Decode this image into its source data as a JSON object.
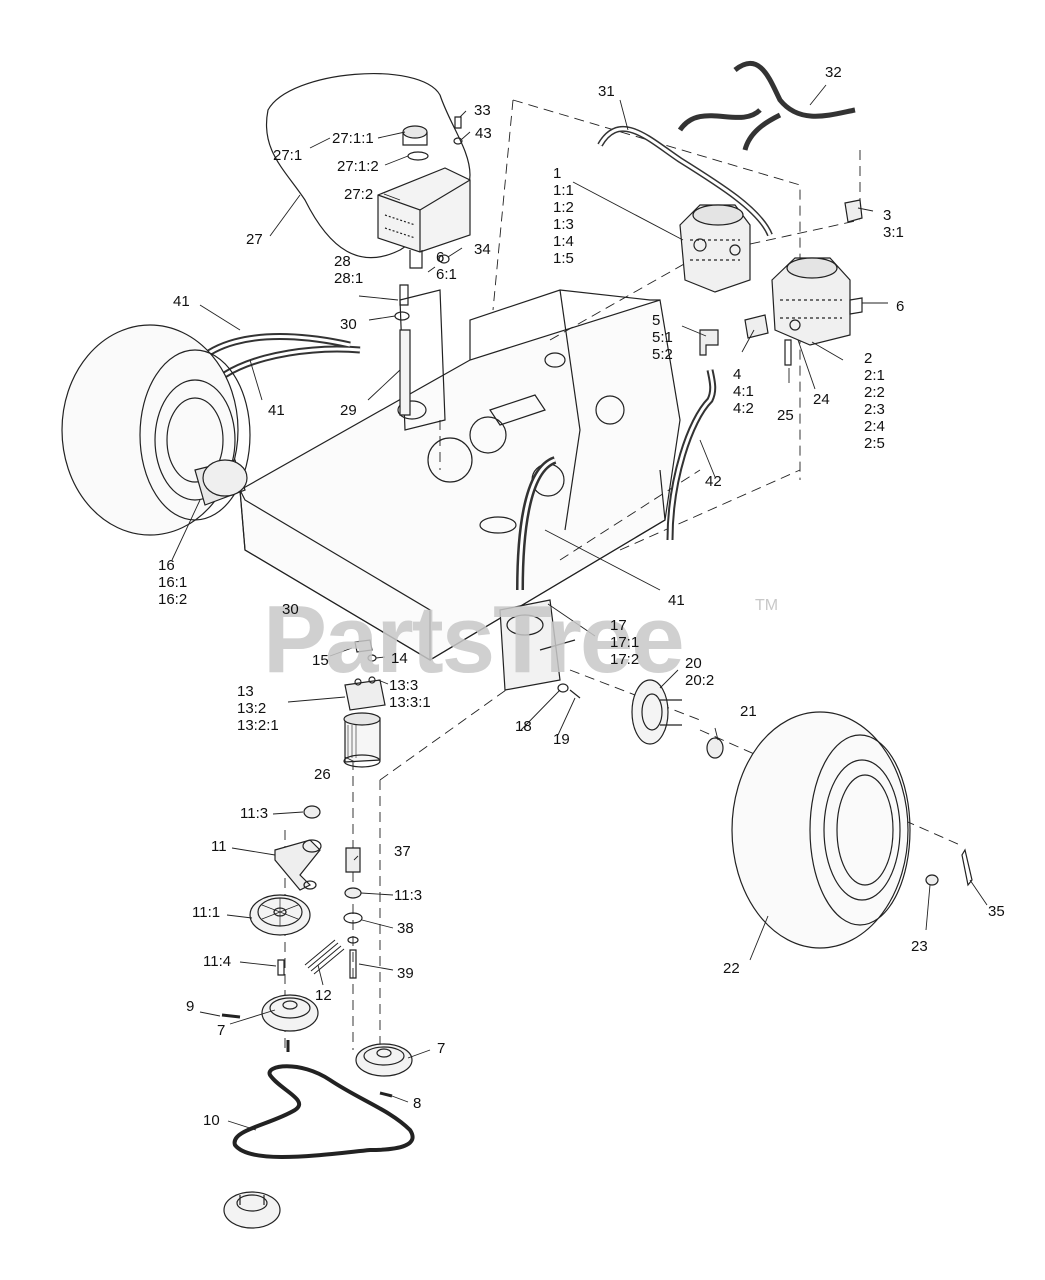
{
  "watermark": {
    "text": "PartsTree",
    "trademark": "TM"
  },
  "callouts": {
    "c1": "1\n1:1\n1:2\n1:3\n1:4\n1:5",
    "c2": "2\n2:1\n2:2\n2:3\n2:4\n2:5",
    "c3": "3\n3:1",
    "c4": "4\n4:1\n4:2",
    "c5": "5\n5:1\n5:2",
    "c6a": "6\n6:1",
    "c6b": "6",
    "c7a": "7",
    "c7b": "7",
    "c8": "8",
    "c9": "9",
    "c10": "10",
    "c11": "11",
    "c11_1": "11:1",
    "c11_3a": "11:3",
    "c11_3b": "11:3",
    "c11_4": "11:4",
    "c12": "12",
    "c13": "13\n13:2\n13:2:1",
    "c13_3": "13:3\n13:3:1",
    "c14": "14",
    "c15": "15",
    "c16": "16\n16:1\n16:2",
    "c17": "17\n17:1\n17:2",
    "c18": "18",
    "c19": "19",
    "c20": "20\n20:2",
    "c21": "21",
    "c22": "22",
    "c23": "23",
    "c24": "24",
    "c25": "25",
    "c26": "26",
    "c27": "27",
    "c27_1": "27:1",
    "c27_1_1": "27:1:1",
    "c27_1_2": "27:1:2",
    "c27_2": "27:2",
    "c28": "28\n28:1",
    "c29": "29",
    "c30a": "30",
    "c30b": "30",
    "c31": "31",
    "c32": "32",
    "c33": "33",
    "c34": "34",
    "c35": "35",
    "c37": "37",
    "c38": "38",
    "c39": "39",
    "c41a": "41",
    "c41b": "41",
    "c41c": "41",
    "c42": "42",
    "c43": "43"
  }
}
